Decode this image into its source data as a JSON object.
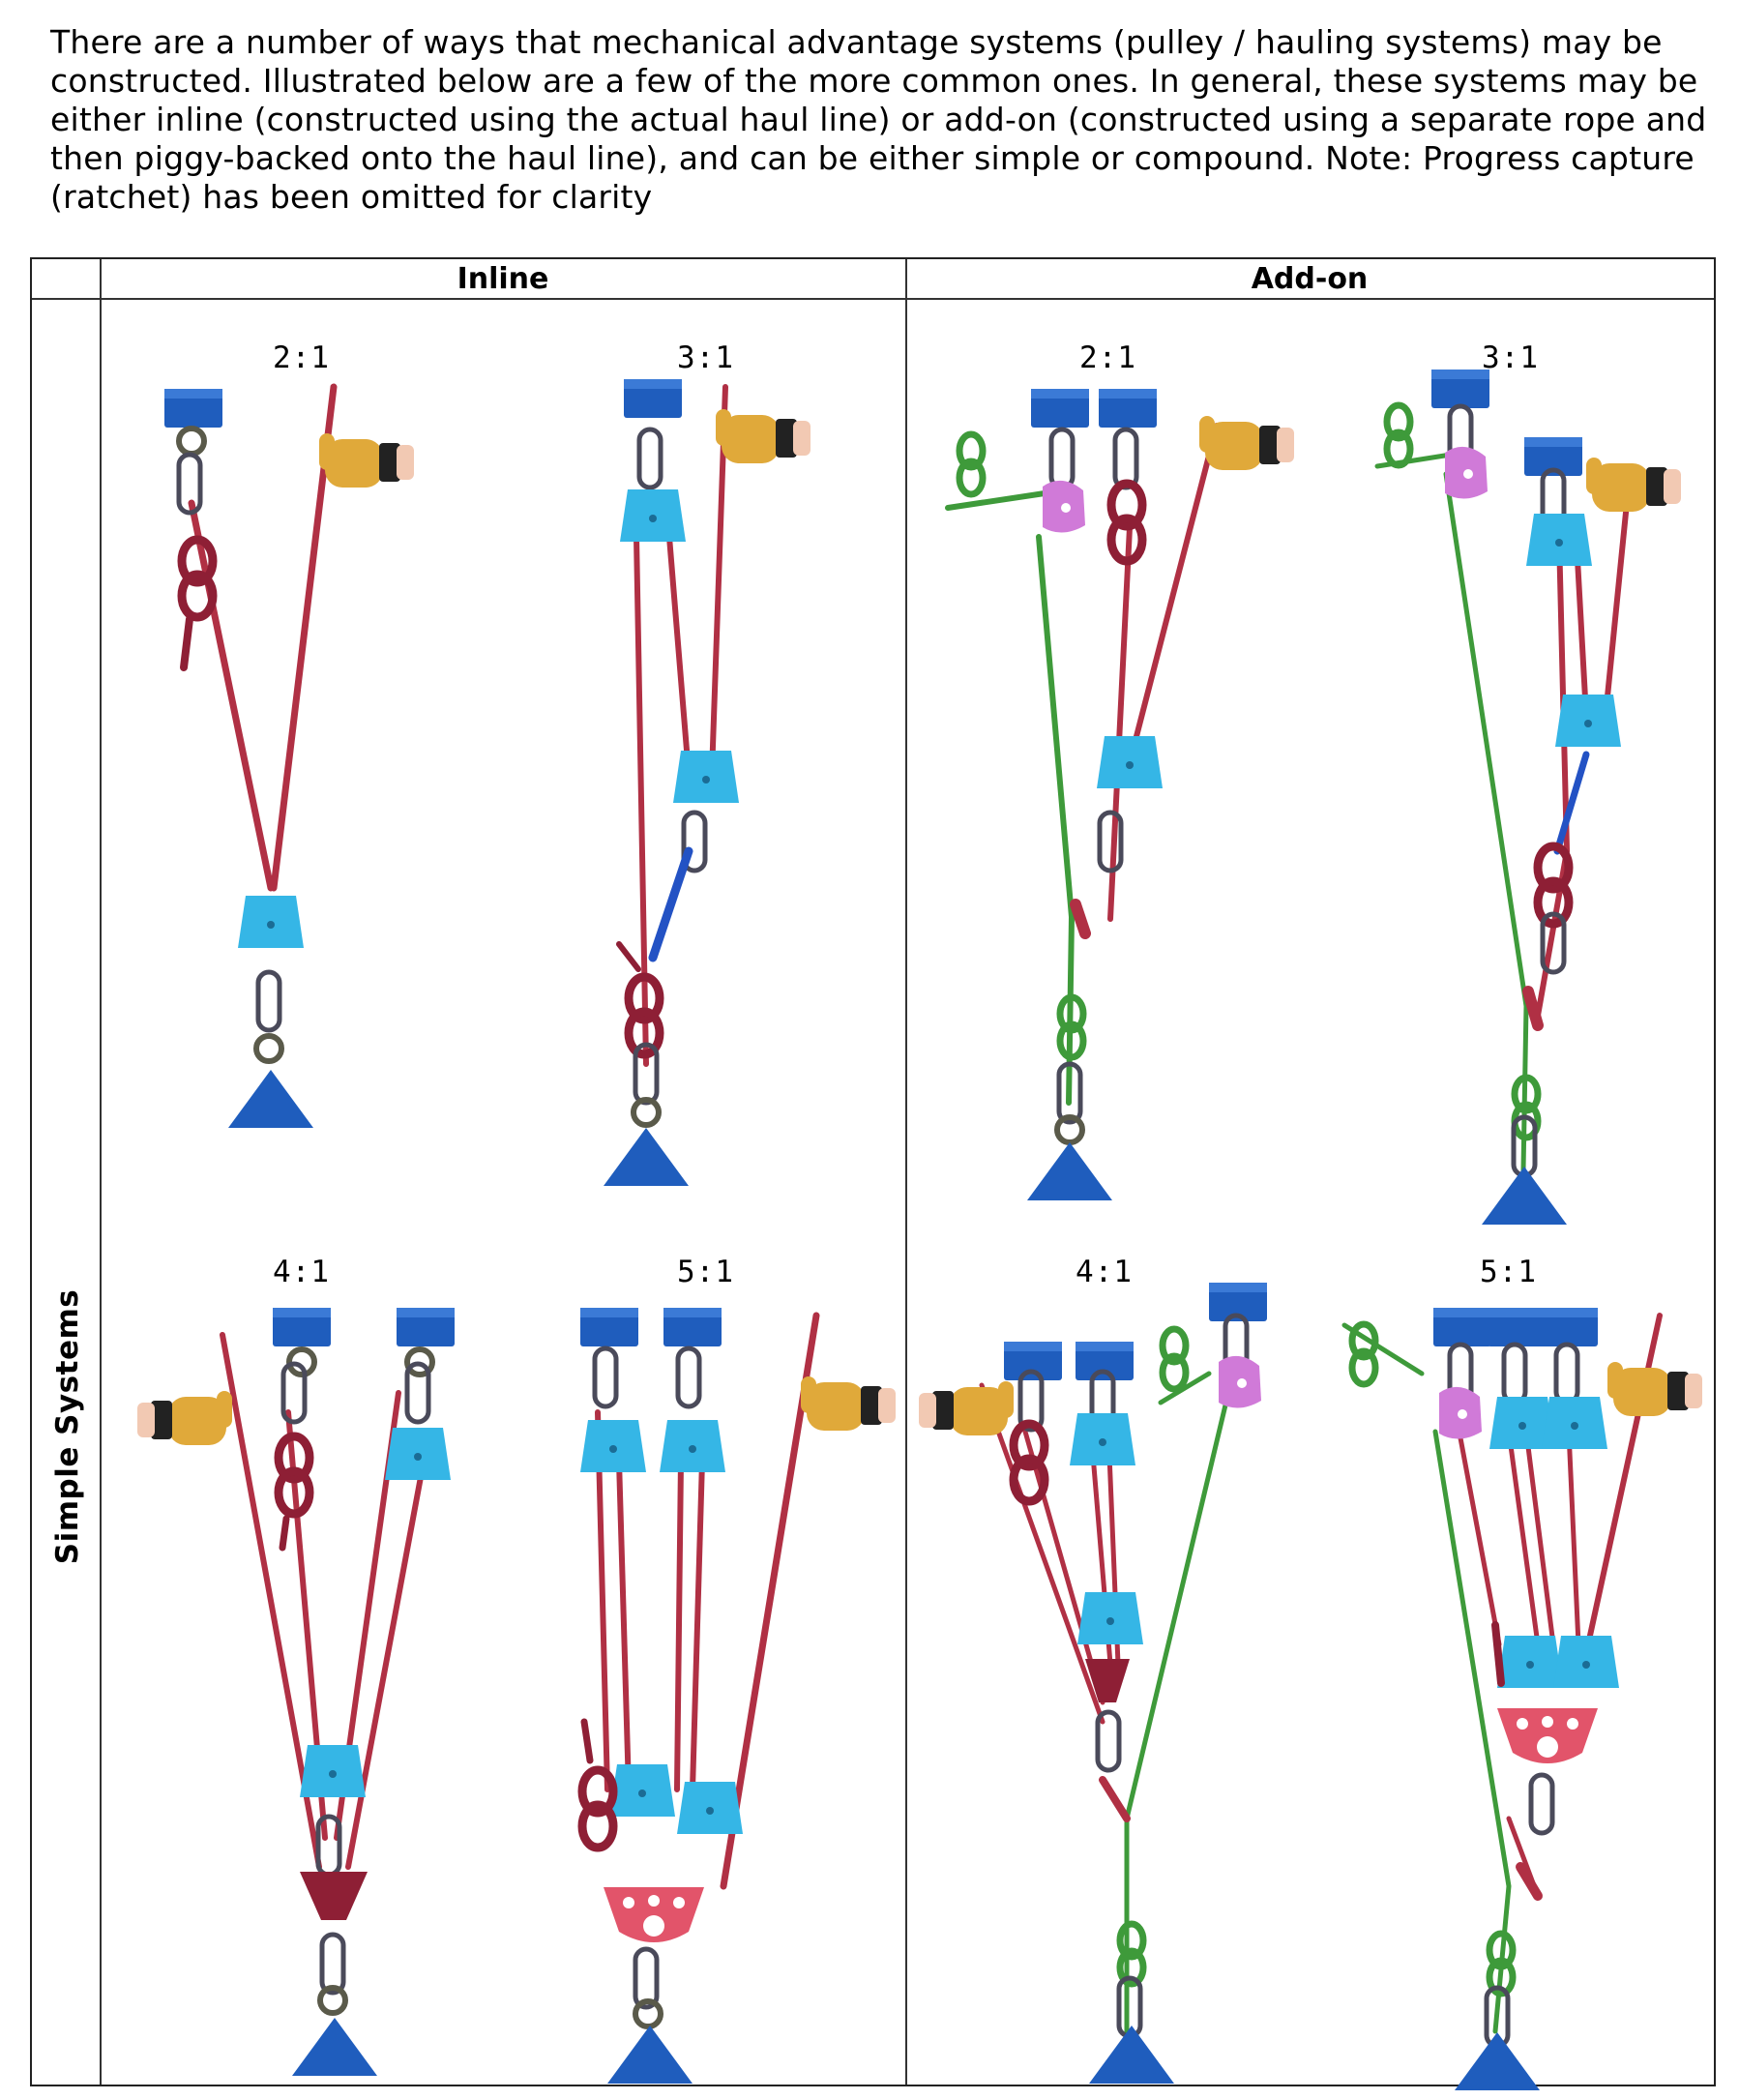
{
  "intro": "There are a number of ways that mechanical advantage systems (pulley / hauling systems) may be constructed. Illustrated below are a few of the more common ones.  In general, these systems may be either inline (constructed using the actual haul line) or add-on (constructed using a separate rope and then piggy-backed onto the haul line), and can be either simple or compound.  Note: Progress capture (ratchet) has been omitted for clarity",
  "table": {
    "col_inline": "Inline",
    "col_addon": "Add-on",
    "row_simple": "Simple Systems"
  },
  "figures": {
    "inline_2": "2:1",
    "inline_3": "3:1",
    "addon_2": "2:1",
    "addon_3": "3:1",
    "inline_4": "4:1",
    "inline_5": "5:1",
    "addon_4": "4:1",
    "addon_5": "5:1"
  },
  "colors": {
    "rope_red": "#b03044",
    "rope_green": "#3e9a3a",
    "pulley": "#35b6e6",
    "anchor": "#1f5dbd",
    "carabiner": "#4a4a5a",
    "glove": "#e0a93a",
    "knot": "#8e1f35"
  }
}
